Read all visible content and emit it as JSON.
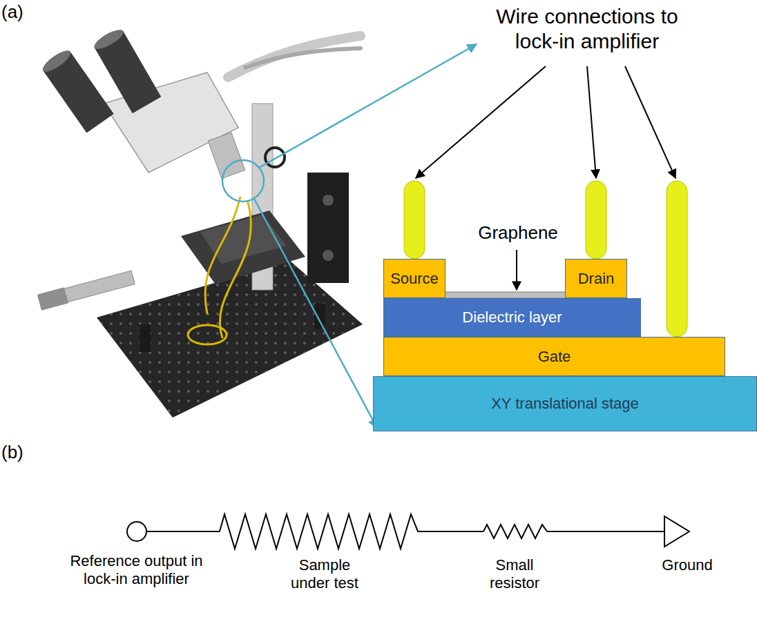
{
  "diagram": {
    "nodes": [
      {
        "text": [
          "Source"
        ]
      },
      {
        "text": [
          "Drain"
        ]
      },
      {
        "text": [
          "Dielectric layer"
        ]
      },
      {
        "text": [
          "Gate"
        ]
      },
      {
        "text": [
          "XY translational stage"
        ]
      }
    ],
    "labels": [
      "(a)",
      "Wire connections to lock-in amplifier",
      "Graphene",
      "(b)",
      "Reference output in lock-in amplifier",
      "Sample under test",
      "Small resistor",
      "Ground"
    ]
  }
}
